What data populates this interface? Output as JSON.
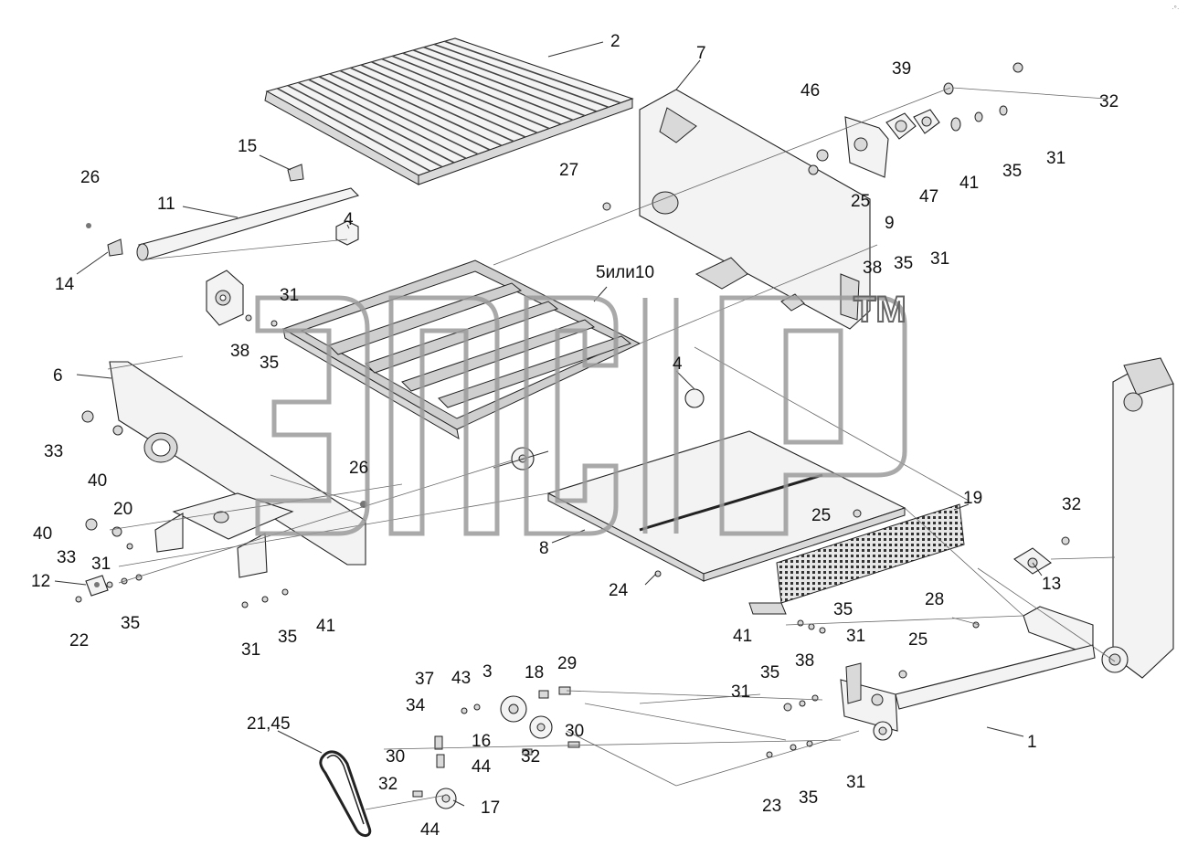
{
  "watermark": {
    "text": "эпср",
    "trademark": "TM"
  },
  "callouts": [
    {
      "id": "c2",
      "text": "2"
    },
    {
      "id": "c7",
      "text": "7"
    },
    {
      "id": "c39",
      "text": "39"
    },
    {
      "id": "c32a",
      "text": "32"
    },
    {
      "id": "c46",
      "text": "46"
    },
    {
      "id": "c15",
      "text": "15"
    },
    {
      "id": "c26a",
      "text": "26"
    },
    {
      "id": "c11",
      "text": "11"
    },
    {
      "id": "c27",
      "text": "27"
    },
    {
      "id": "c35a",
      "text": "35"
    },
    {
      "id": "c31a",
      "text": "31"
    },
    {
      "id": "c4a",
      "text": "4"
    },
    {
      "id": "c41a",
      "text": "41"
    },
    {
      "id": "c47",
      "text": "47"
    },
    {
      "id": "c25a",
      "text": "25"
    },
    {
      "id": "c9",
      "text": "9"
    },
    {
      "id": "c14",
      "text": "14"
    },
    {
      "id": "c5or10",
      "text": "5или10"
    },
    {
      "id": "c38a",
      "text": "38"
    },
    {
      "id": "c35b",
      "text": "35"
    },
    {
      "id": "c31b",
      "text": "31"
    },
    {
      "id": "c31c",
      "text": "31"
    },
    {
      "id": "c38b",
      "text": "38"
    },
    {
      "id": "c35c",
      "text": "35"
    },
    {
      "id": "c6",
      "text": "6"
    },
    {
      "id": "c4b",
      "text": "4"
    },
    {
      "id": "c33a",
      "text": "33"
    },
    {
      "id": "c40a",
      "text": "40"
    },
    {
      "id": "c26b",
      "text": "26"
    },
    {
      "id": "c19",
      "text": "19"
    },
    {
      "id": "c32b",
      "text": "32"
    },
    {
      "id": "c20",
      "text": "20"
    },
    {
      "id": "c25b",
      "text": "25"
    },
    {
      "id": "c40b",
      "text": "40"
    },
    {
      "id": "c33b",
      "text": "33"
    },
    {
      "id": "c8",
      "text": "8"
    },
    {
      "id": "c31d",
      "text": "31"
    },
    {
      "id": "c13",
      "text": "13"
    },
    {
      "id": "c12",
      "text": "12"
    },
    {
      "id": "c24",
      "text": "24"
    },
    {
      "id": "c28",
      "text": "28"
    },
    {
      "id": "c35d",
      "text": "35"
    },
    {
      "id": "c35e",
      "text": "35"
    },
    {
      "id": "c41b",
      "text": "41"
    },
    {
      "id": "c22",
      "text": "22"
    },
    {
      "id": "c41c",
      "text": "41"
    },
    {
      "id": "c31e",
      "text": "31"
    },
    {
      "id": "c25c",
      "text": "25"
    },
    {
      "id": "c31f",
      "text": "31"
    },
    {
      "id": "c35f",
      "text": "35"
    },
    {
      "id": "c38c",
      "text": "38"
    },
    {
      "id": "c29",
      "text": "29"
    },
    {
      "id": "c37",
      "text": "37"
    },
    {
      "id": "c43",
      "text": "43"
    },
    {
      "id": "c3",
      "text": "3"
    },
    {
      "id": "c18",
      "text": "18"
    },
    {
      "id": "c35g",
      "text": "35"
    },
    {
      "id": "c31g",
      "text": "31"
    },
    {
      "id": "c34",
      "text": "34"
    },
    {
      "id": "c21_45",
      "text": "21,45"
    },
    {
      "id": "c30a",
      "text": "30"
    },
    {
      "id": "c16",
      "text": "16"
    },
    {
      "id": "c1",
      "text": "1"
    },
    {
      "id": "c30b",
      "text": "30"
    },
    {
      "id": "c32c",
      "text": "32"
    },
    {
      "id": "c44a",
      "text": "44"
    },
    {
      "id": "c32d",
      "text": "32"
    },
    {
      "id": "c31h",
      "text": "31"
    },
    {
      "id": "c17",
      "text": "17"
    },
    {
      "id": "c23",
      "text": "23"
    },
    {
      "id": "c35h",
      "text": "35"
    },
    {
      "id": "c44b",
      "text": "44"
    }
  ]
}
